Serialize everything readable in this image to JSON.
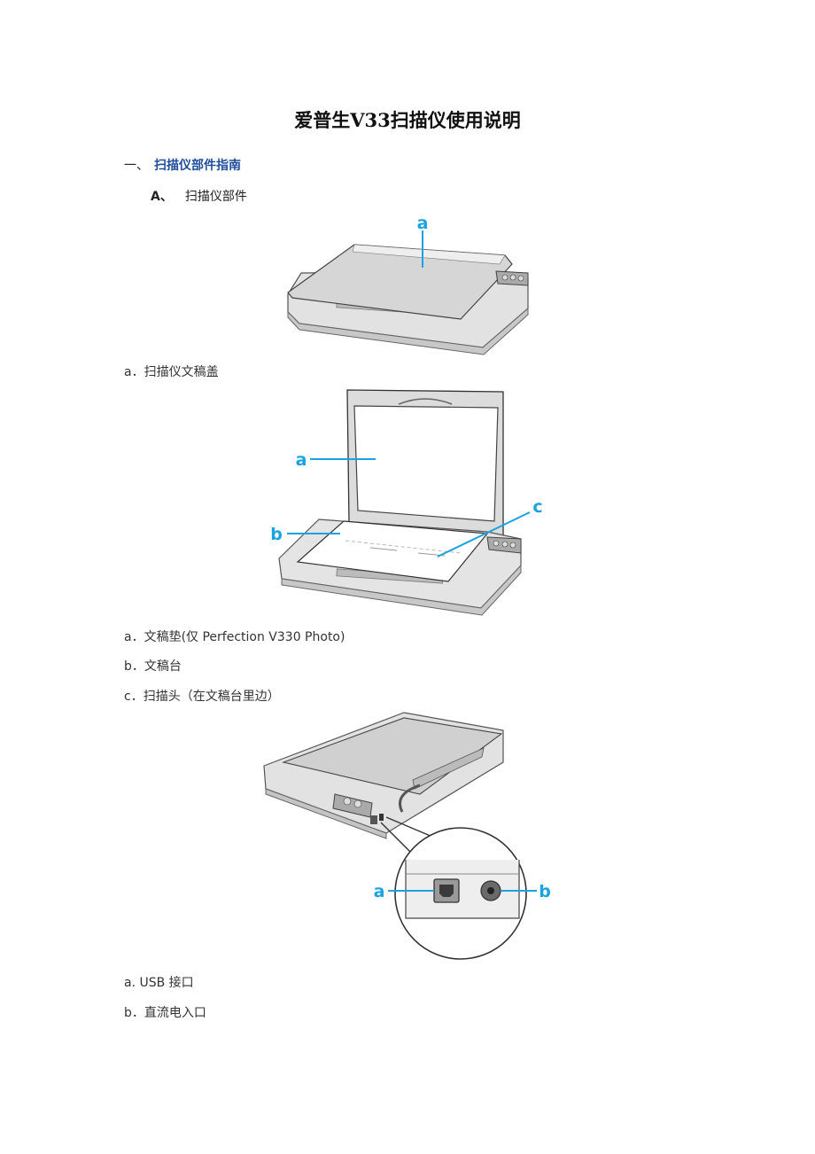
{
  "title": "爱普生V33扫描仪使用说明",
  "section1": {
    "number": "一、",
    "label": "扫描仪部件指南"
  },
  "subsection_a": {
    "letter": "A、",
    "label": "扫描仪部件"
  },
  "figure1": {
    "callouts": [
      "a"
    ],
    "captions": [
      "a．扫描仪文稿盖"
    ]
  },
  "figure2": {
    "callouts": [
      "a",
      "b",
      "c"
    ],
    "captions": [
      "a．文稿垫(仅 Perfection V330 Photo)",
      "b．文稿台",
      "c．扫描头（在文稿台里边）"
    ]
  },
  "figure3": {
    "callouts": [
      "a",
      "b"
    ],
    "captions": [
      "a. USB 接口",
      "b．直流电入口"
    ]
  },
  "colors": {
    "callout": "#1aa3e0",
    "link": "#1f4e9c"
  }
}
